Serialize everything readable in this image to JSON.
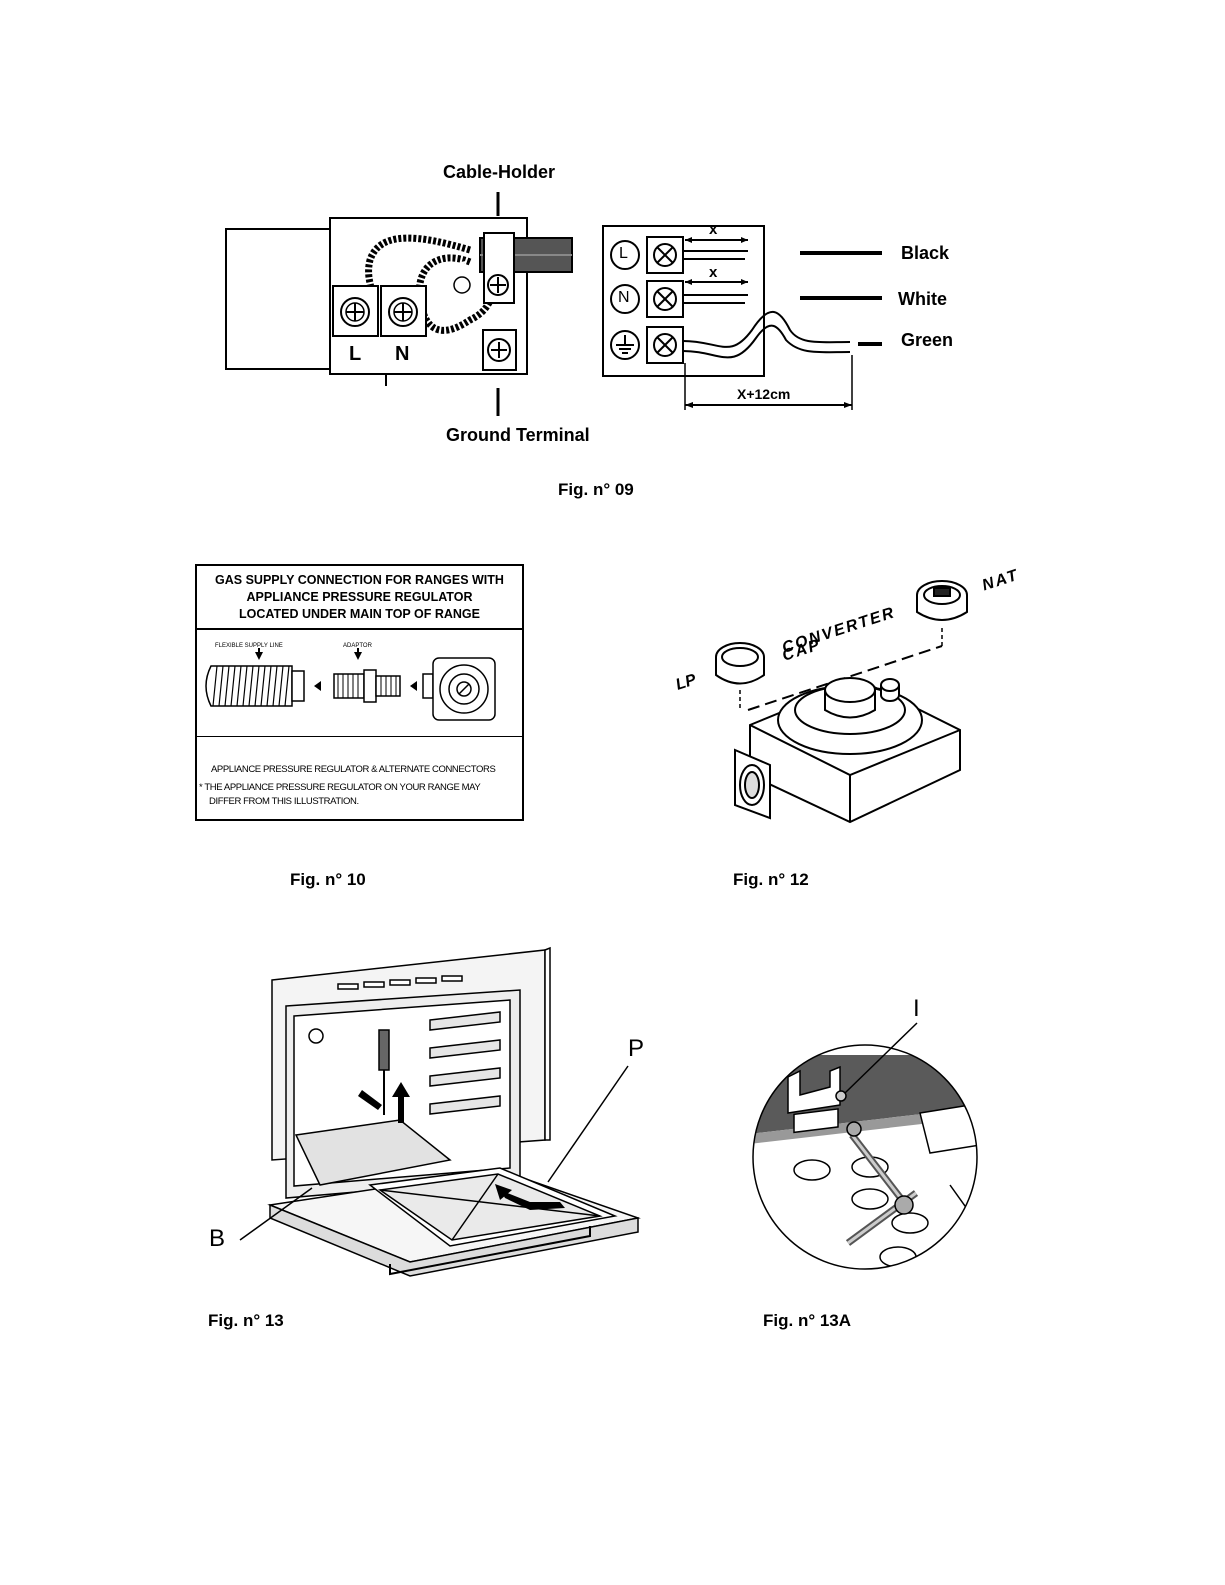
{
  "fig09": {
    "cable_holder_label": "Cable-Holder",
    "ground_terminal_label": "Ground Terminal",
    "terminal_l": "L",
    "terminal_n": "N",
    "wire_black": "Black",
    "wire_white": "White",
    "wire_green": "Green",
    "strip_length_1": "x",
    "strip_length_2": "x",
    "strip_length_ground": "X+12cm",
    "caption": "Fig. n° 09"
  },
  "fig10": {
    "heading_line1": "GAS SUPPLY CONNECTION FOR RANGES WITH",
    "heading_line2": "APPLIANCE PRESSURE REGULATOR",
    "heading_line3": "LOCATED UNDER MAIN TOP OF RANGE",
    "label_flexible": "FLEXIBLE SUPPLY LINE",
    "label_adaptor": "ADAPTOR",
    "note_line1": "APPLIANCE PRESSURE REGULATOR & ALTERNATE CONNECTORS",
    "note_line2": "* THE APPLIANCE PRESSURE REGULATOR ON YOUR RANGE MAY",
    "note_line3": "DIFFER FROM THIS ILLUSTRATION.",
    "caption": "Fig. n° 10"
  },
  "fig12": {
    "label_lp": "LP",
    "label_converter": "CONVERTER",
    "label_cap": "CAP",
    "label_nat": "NAT",
    "caption": "Fig. n° 12"
  },
  "fig13": {
    "label_p": "P",
    "label_b": "B",
    "caption": "Fig. n° 13"
  },
  "fig13a": {
    "label_i": "I",
    "caption": "Fig. n° 13A"
  }
}
